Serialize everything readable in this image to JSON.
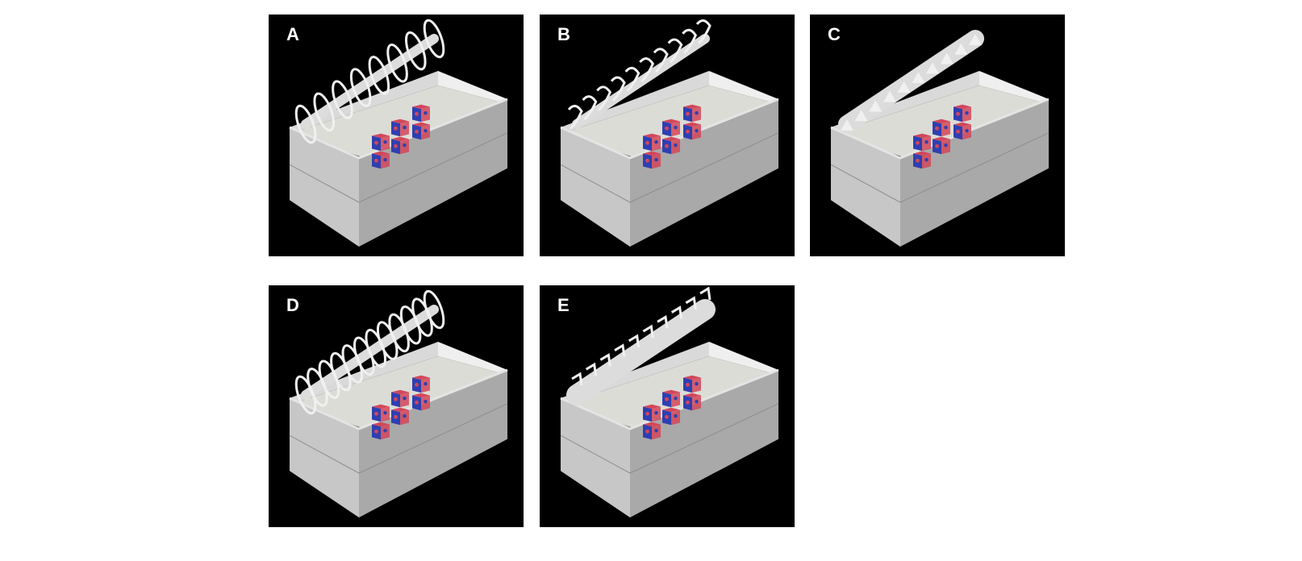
{
  "panels": [
    {
      "label": "A",
      "screw_style": "spiral-flights"
    },
    {
      "label": "B",
      "screw_style": "ribbon-paddles"
    },
    {
      "label": "C",
      "screw_style": "tapered-shaft-paddles"
    },
    {
      "label": "D",
      "screw_style": "dense-spiral-flights"
    },
    {
      "label": "E",
      "screw_style": "thick-shaft-cut-flights"
    }
  ],
  "colors": {
    "background": "#000000",
    "box_top_edge": "#e4e4e4",
    "box_front": "#a9a9a9",
    "box_side": "#c7c7c7",
    "floor": "#dcdcd6",
    "screw": "#f0f0f0",
    "cube_red": "#d2475a",
    "cube_blue": "#2f3fb0"
  }
}
